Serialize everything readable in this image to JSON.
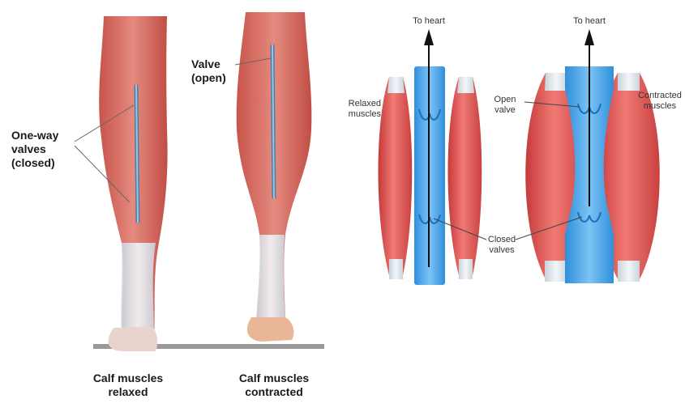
{
  "legs": {
    "one_way_line1": "One-way",
    "one_way_line2": "valves",
    "one_way_line3": "(closed)",
    "valve_line1": "Valve",
    "valve_line2": "(open)",
    "relaxed_line1": "Calf muscles",
    "relaxed_line2": "relaxed",
    "contracted_line1": "Calf muscles",
    "contracted_line2": "contracted"
  },
  "veins": {
    "to_heart_left": "To heart",
    "to_heart_right": "To heart",
    "relaxed_line1": "Relaxed",
    "relaxed_line2": "muscles",
    "open_valve_line1": "Open",
    "open_valve_line2": "valve",
    "contracted_line1": "Contracted",
    "contracted_line2": "muscles",
    "closed_line1": "Closed",
    "closed_line2": "valves"
  },
  "colors": {
    "muscle_red": "#e8504f",
    "vein_blue": "#3aa0e6",
    "tendon": "#e2e8ee",
    "floor": "#9a9a9a"
  }
}
